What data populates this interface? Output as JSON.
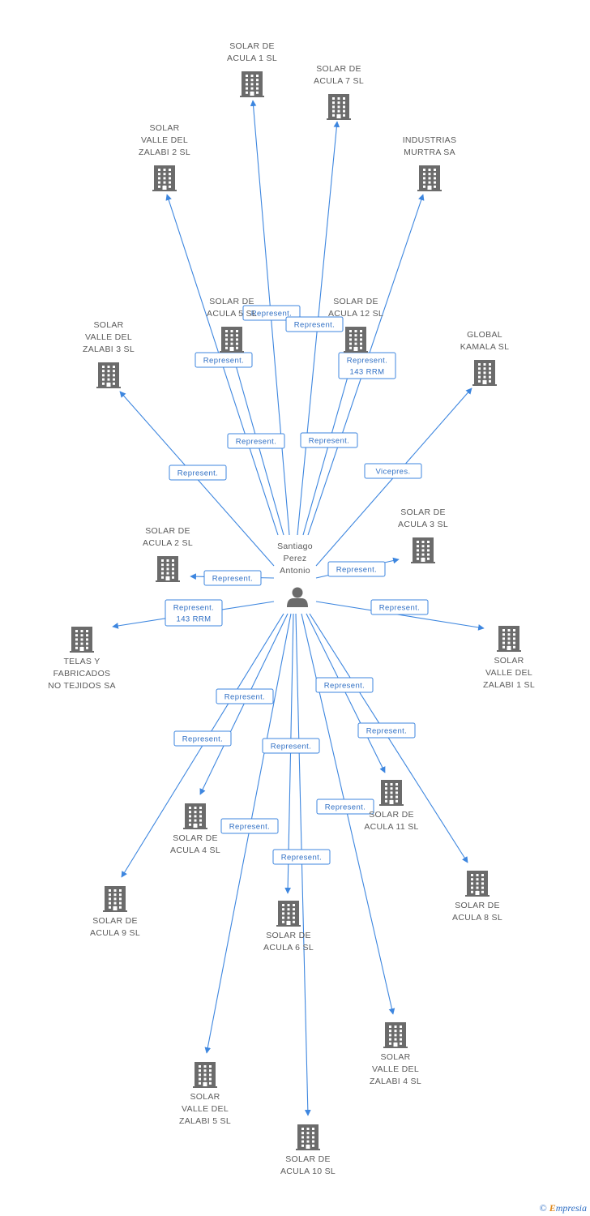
{
  "center": {
    "label_lines": [
      "Santiago",
      "Perez",
      "Antonio"
    ],
    "icon": "person-icon"
  },
  "nodes": [
    {
      "id": "acula1",
      "label_lines": [
        "SOLAR DE",
        "ACULA 1 SL"
      ],
      "icon": "building-icon"
    },
    {
      "id": "acula7",
      "label_lines": [
        "SOLAR DE",
        "ACULA 7 SL"
      ],
      "icon": "building-icon"
    },
    {
      "id": "zalabi2",
      "label_lines": [
        "SOLAR",
        "VALLE DEL",
        "ZALABI 2 SL"
      ],
      "icon": "building-icon"
    },
    {
      "id": "murtra",
      "label_lines": [
        "INDUSTRIAS",
        "MURTRA SA"
      ],
      "icon": "building-icon"
    },
    {
      "id": "acula5",
      "label_lines": [
        "SOLAR DE",
        "ACULA 5 SL"
      ],
      "icon": "building-icon"
    },
    {
      "id": "acula12",
      "label_lines": [
        "SOLAR DE",
        "ACULA 12 SL"
      ],
      "icon": "building-icon"
    },
    {
      "id": "zalabi3",
      "label_lines": [
        "SOLAR",
        "VALLE DEL",
        "ZALABI 3 SL"
      ],
      "icon": "building-icon"
    },
    {
      "id": "kamala",
      "label_lines": [
        "GLOBAL",
        "KAMALA SL"
      ],
      "icon": "building-icon"
    },
    {
      "id": "acula2",
      "label_lines": [
        "SOLAR DE",
        "ACULA 2 SL"
      ],
      "icon": "building-icon"
    },
    {
      "id": "acula3",
      "label_lines": [
        "SOLAR DE",
        "ACULA 3 SL"
      ],
      "icon": "building-icon"
    },
    {
      "id": "telas",
      "label_lines": [
        "TELAS Y",
        "FABRICADOS",
        "NO TEJIDOS SA"
      ],
      "icon": "building-icon"
    },
    {
      "id": "zalabi1",
      "label_lines": [
        "SOLAR",
        "VALLE DEL",
        "ZALABI 1 SL"
      ],
      "icon": "building-icon"
    },
    {
      "id": "acula11",
      "label_lines": [
        "SOLAR DE",
        "ACULA 11 SL"
      ],
      "icon": "building-icon"
    },
    {
      "id": "acula4",
      "label_lines": [
        "SOLAR DE",
        "ACULA 4 SL"
      ],
      "icon": "building-icon"
    },
    {
      "id": "acula8",
      "label_lines": [
        "SOLAR DE",
        "ACULA 8 SL"
      ],
      "icon": "building-icon"
    },
    {
      "id": "acula9",
      "label_lines": [
        "SOLAR DE",
        "ACULA 9 SL"
      ],
      "icon": "building-icon"
    },
    {
      "id": "acula6",
      "label_lines": [
        "SOLAR DE",
        "ACULA 6 SL"
      ],
      "icon": "building-icon"
    },
    {
      "id": "zalabi4",
      "label_lines": [
        "SOLAR",
        "VALLE DEL",
        "ZALABI 4 SL"
      ],
      "icon": "building-icon"
    },
    {
      "id": "zalabi5",
      "label_lines": [
        "SOLAR",
        "VALLE DEL",
        "ZALABI 5 SL"
      ],
      "icon": "building-icon"
    },
    {
      "id": "acula10",
      "label_lines": [
        "SOLAR DE",
        "ACULA 10 SL"
      ],
      "icon": "building-icon"
    }
  ],
  "edges": [
    {
      "to": "acula1",
      "label_lines": [
        "Represent."
      ]
    },
    {
      "to": "acula7",
      "label_lines": [
        "Represent."
      ]
    },
    {
      "to": "zalabi2",
      "label_lines": [
        "Represent."
      ]
    },
    {
      "to": "murtra",
      "label_lines": [
        "Represent.",
        "143 RRM"
      ]
    },
    {
      "to": "acula5",
      "label_lines": [
        "Represent."
      ]
    },
    {
      "to": "acula12",
      "label_lines": [
        "Represent."
      ]
    },
    {
      "to": "zalabi3",
      "label_lines": [
        "Represent."
      ]
    },
    {
      "to": "kamala",
      "label_lines": [
        "Vicepres."
      ]
    },
    {
      "to": "acula2",
      "label_lines": [
        "Represent."
      ]
    },
    {
      "to": "acula3",
      "label_lines": [
        "Represent."
      ]
    },
    {
      "to": "telas",
      "label_lines": [
        "Represent.",
        "143 RRM"
      ]
    },
    {
      "to": "zalabi1",
      "label_lines": [
        "Represent."
      ]
    },
    {
      "to": "acula4",
      "label_lines": [
        "Represent."
      ]
    },
    {
      "to": "acula11",
      "label_lines": [
        "Represent."
      ]
    },
    {
      "to": "acula9",
      "label_lines": [
        "Represent."
      ]
    },
    {
      "to": "acula8",
      "label_lines": [
        "Represent."
      ]
    },
    {
      "to": "acula6",
      "label_lines": [
        "Represent."
      ]
    },
    {
      "to": "zalabi5",
      "label_lines": [
        "Represent."
      ]
    },
    {
      "to": "zalabi4",
      "label_lines": [
        "Represent."
      ]
    },
    {
      "to": "acula10",
      "label_lines": [
        "Represent."
      ]
    }
  ],
  "footer": {
    "copyright": "©",
    "brand_initial": "E",
    "brand_rest": "mpresia"
  },
  "colors": {
    "edge": "#3d86df",
    "icon": "#6b6b6b",
    "text": "#5a5a5a"
  }
}
